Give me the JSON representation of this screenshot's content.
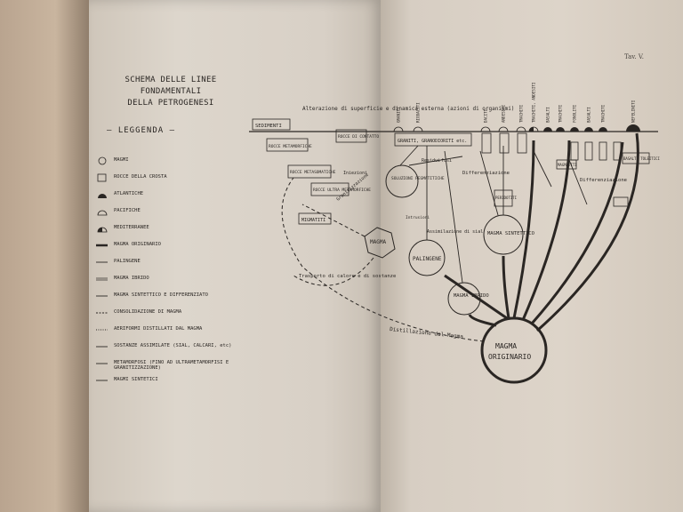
{
  "left_page": {
    "title_line1": "SCHEMA DELLE LINEE FONDAMENTALI",
    "title_line2": "DELLA PETROGENESI",
    "legend_heading": "LEGGENDA",
    "legend": [
      {
        "symbol": "circle",
        "label": "MAGMI"
      },
      {
        "symbol": "rect",
        "label": "ROCCE DELLA CROSTA"
      },
      {
        "symbol": "dome-filled",
        "label": "ATLANTICHE"
      },
      {
        "symbol": "dome",
        "label": "PACIFICHE"
      },
      {
        "symbol": "dome-half",
        "label": "MEDITERRANEE"
      },
      {
        "symbol": "arrow-bold",
        "label": "MAGMA ORIGINARIO"
      },
      {
        "symbol": "arrow",
        "label": "PALINGENE"
      },
      {
        "symbol": "arrow-double",
        "label": "MAGMA IBRIDO"
      },
      {
        "symbol": "arrow-thin",
        "label": "MAGMA SINTETTICO E DIFFERENZIATO"
      },
      {
        "symbol": "arrow-dashed",
        "label": "CONSOLIDAZIONE DI MAGMA"
      },
      {
        "symbol": "arrow-dotted",
        "label": "AERIFORMI DISTILLATI DAL MAGMA"
      },
      {
        "symbol": "arrow-hatched",
        "label": "SOSTANZE ASSIMILATE (SIAL, CALCARI, etc)"
      },
      {
        "symbol": "arrow-long",
        "label": "METAMORFOSI (FINO AD ULTRAMETAMORFISI E GRANITIZZAZIONE)"
      },
      {
        "symbol": "arrow-mixed",
        "label": "MAGMI SINTETICI"
      }
    ]
  },
  "right_page": {
    "plate_label": "Tav. V.",
    "diagram": {
      "alterazione": "Alterazione di superficie e dinamica esterna (azioni di organismi)",
      "sedimenti": "SEDIMENTI",
      "rocce_metamorfiche": "ROCCE METAMORFICHE",
      "rocce_di_contatto": "ROCCE DI CONTATTO",
      "rocce_metasomatiche": "ROCCE METASOMATICHE",
      "rocce_ultrametamorfiche": "ROCCE ULTRA METAMORFICHE",
      "graniti": "GRANITI, GRANODIORITI etc.",
      "migmatiti": "MIGMATITI",
      "soluzioni": "SOLUZIONI PEGMATITICHE",
      "magma": "MAGMA",
      "palingene": "PALINGENE",
      "magma_ibrido": "MAGMA IBRIDO",
      "magma_sintettico": "MAGMA SINTETTICO",
      "magma_originario_1": "MAGMA",
      "magma_originario_2": "ORIGINARIO",
      "iniezioni": "Iniezioni",
      "granitizzazione": "Granitizzazione",
      "differenziazione": "Differenziazione",
      "differenziazione2": "Differenziazione",
      "assimilazione": "Assimilazione di sial",
      "intrusioni": "Intrusioni",
      "trasporto": "Trasporto di calore e di sostanze",
      "distillazione": "Distillazione dal Magma",
      "fusi": "fusi",
      "residui": "Residui",
      "perdotti": "PERIDOTITI",
      "migmatiti2": "MAGMATITI",
      "basalti": "BASALTI TOLEITICI",
      "top_labels": [
        "GRANITI",
        "RIODACITI",
        "DACITI",
        "ANDESITI",
        "TRACHITI",
        "TRACHITI, ANDESITI",
        "BASALTI",
        "TRACHITI",
        "FONOLITI",
        "BASALTI",
        "TRACHITI",
        "NEFELINITI"
      ]
    }
  }
}
